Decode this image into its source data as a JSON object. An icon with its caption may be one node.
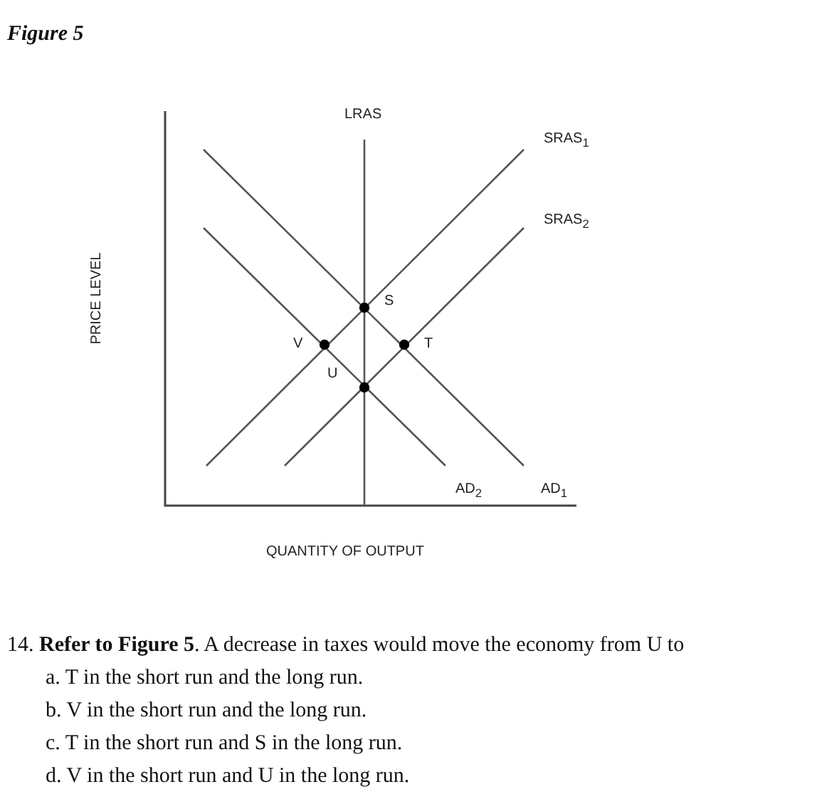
{
  "diagram": {
    "title": "Figure 5",
    "labels": [
      "LRAS",
      "SRAS$_{1}$",
      "SRAS$_{2}$",
      "PRICE LEVEL",
      "S",
      "V",
      "T",
      "U",
      "AD$_{2}$",
      "AD$_{1}$",
      "QUANTITY OF OUTPUT",
      "14. **Refer to Figure 5**. A decrease in taxes would move the economy from U to",
      "a. T in the short run and the long run.",
      "b. V in the short run and the long run.",
      "c. T in the short run and S in the long run.",
      "d. V in the short run and U in the long run."
    ]
  }
}
